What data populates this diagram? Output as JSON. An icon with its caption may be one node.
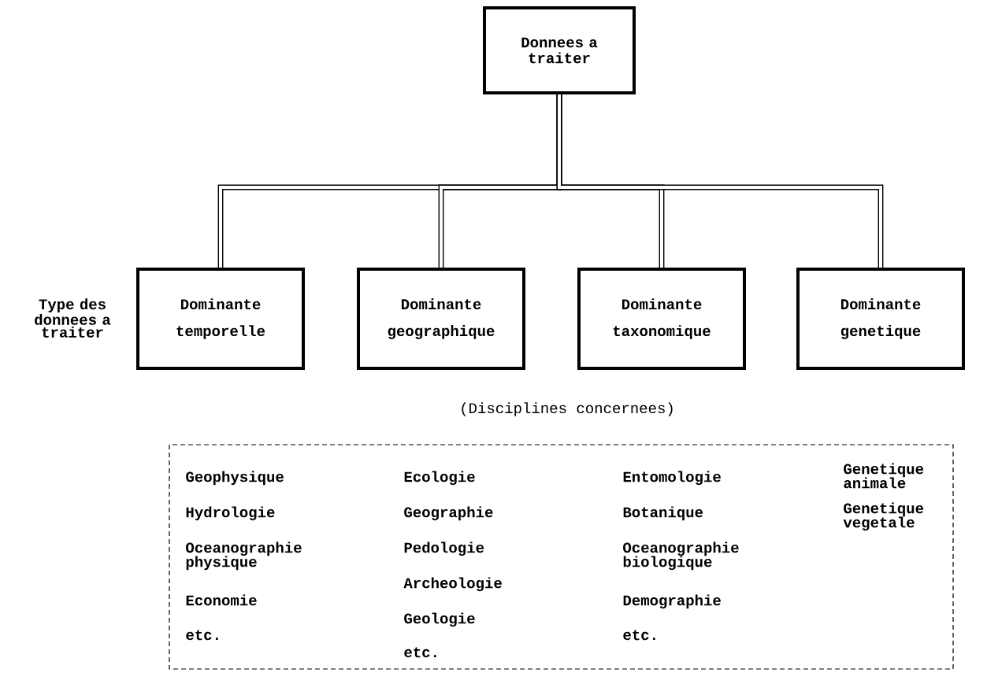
{
  "diagram": {
    "nodes": [
      {
        "text": [
          "Donnees a traiter"
        ]
      },
      {
        "text": [
          "Dominante temporelle"
        ]
      },
      {
        "text": [
          "Dominante geographique"
        ]
      },
      {
        "text": [
          "Dominante taxonomique"
        ]
      },
      {
        "text": [
          "Dominante genetique"
        ]
      },
      {
        "text": [
          "Geophysique",
          "Hydrologie",
          "Oceanographie physique",
          "Economie",
          "etc.",
          "Ecologie",
          "Geographie",
          "Pedologie",
          "Archeologie",
          "Geologie",
          "etc.",
          "Entomologie",
          "Botanique",
          "Oceanographie biologique",
          "Demographie",
          "etc.",
          "Genetique animale",
          "Genetique vegetale"
        ]
      }
    ],
    "edges": [
      {
        "from": 0,
        "to": 1,
        "arrow": "none"
      },
      {
        "from": 0,
        "to": 2,
        "arrow": "none"
      },
      {
        "from": 0,
        "to": 3,
        "arrow": "none"
      },
      {
        "from": 0,
        "to": 4,
        "arrow": "none"
      }
    ],
    "labels": [
      "Type des donnees a traiter",
      "(Disciplines concernees)"
    ]
  }
}
